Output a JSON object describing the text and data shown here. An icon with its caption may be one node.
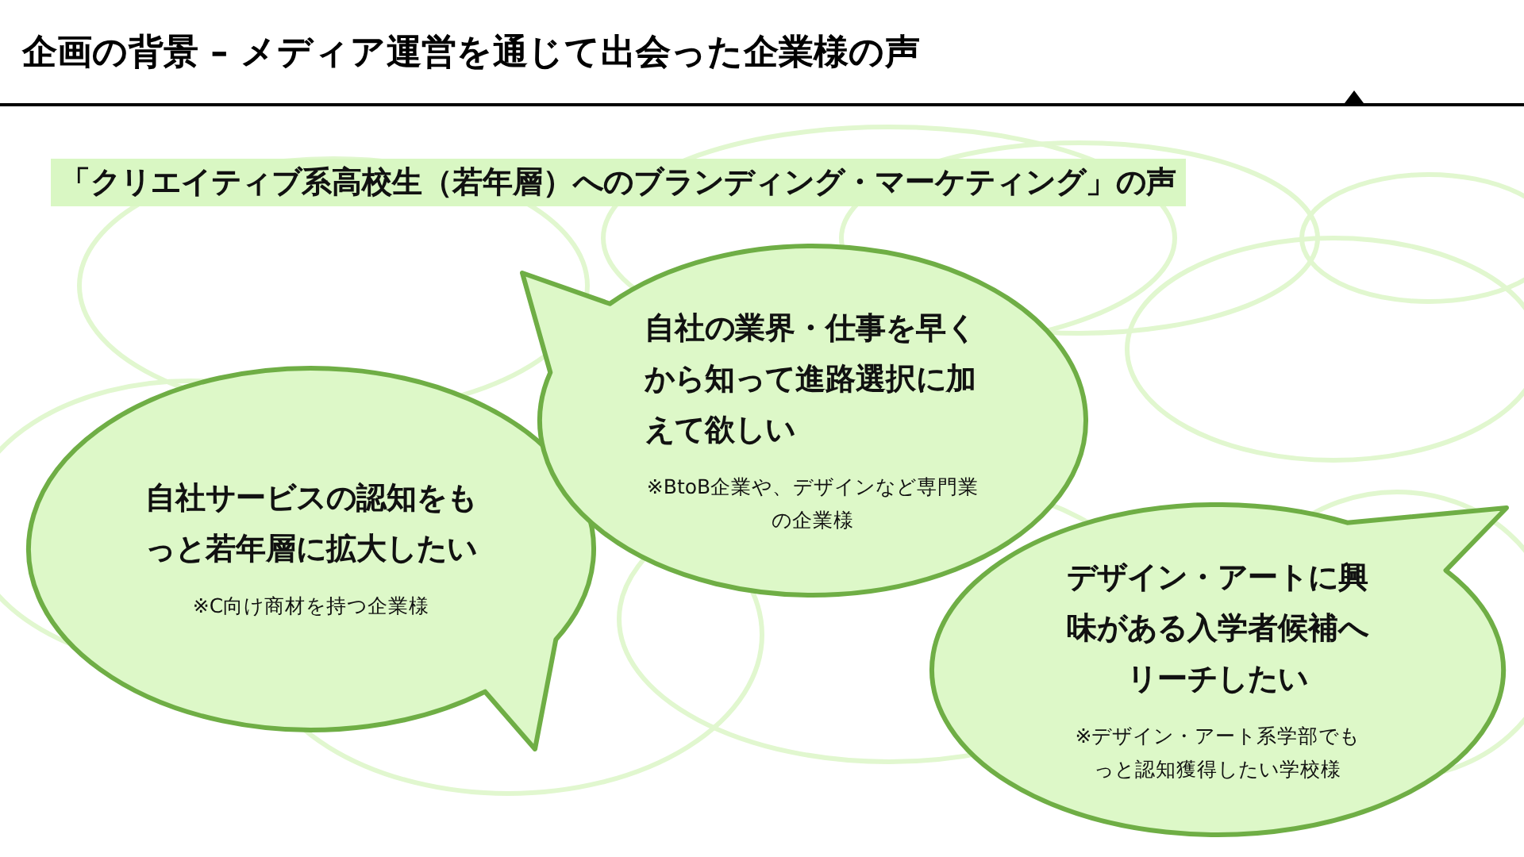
{
  "diagram": {
    "title": "企画の背景 – メディア運営を通じて出会った企業様の声",
    "nodes": [
      {
        "text": [
          "自社サービスの認知をもっと若年層に拡大したい",
          "※C向け商材を持つ企業様"
        ]
      },
      {
        "text": [
          "自社の業界・仕事を早くから知って進路選択に加えて欲しい",
          "※BtoB企業や、デザインなど専門業の企業様"
        ]
      },
      {
        "text": [
          "デザイン・アートに興味がある入学者候補へリーチしたい",
          "※デザイン・アート系学部でもっと認知獲得したい学校様"
        ]
      }
    ],
    "labels": [
      "「クリエイティブ系高校生（若年層）へのブランディング・マーケティング」の声"
    ]
  }
}
